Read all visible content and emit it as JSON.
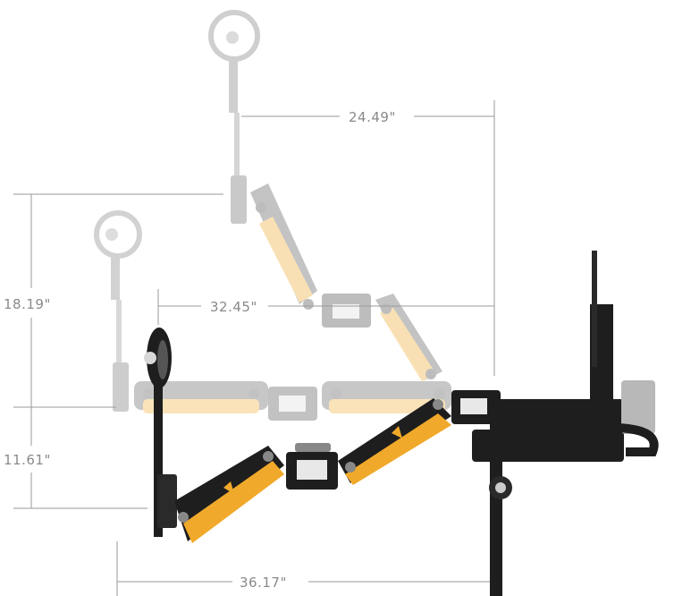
{
  "dimensions": {
    "top_reach": "24.49\"",
    "mid_reach": "32.45\"",
    "bottom_reach": "36.17\"",
    "upper_height": "18.19\"",
    "lower_height": "11.61\""
  },
  "colors": {
    "arm_black": "#1e1e1e",
    "arm_yellow": "#f0a92a",
    "ghost_black": "#9a9a9a",
    "ghost_yellow": "#f7d9a0",
    "dimension_line": "#9a9a9a",
    "dimension_text": "#8a8a8a",
    "metal": "#b8b8b8"
  }
}
